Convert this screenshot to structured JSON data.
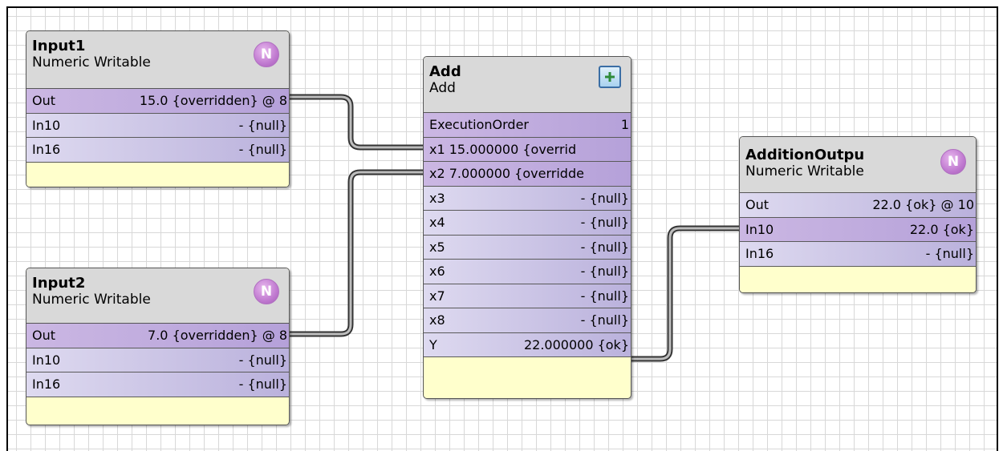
{
  "nodes": {
    "input1": {
      "title": "Input1",
      "subtitle": "Numeric Writable",
      "badge": "N",
      "rows": [
        {
          "label": "Out",
          "value": "15.0 {overridden} @ 8"
        },
        {
          "label": "In10",
          "value": "- {null}"
        },
        {
          "label": "In16",
          "value": "- {null}"
        }
      ]
    },
    "input2": {
      "title": "Input2",
      "subtitle": "Numeric Writable",
      "badge": "N",
      "rows": [
        {
          "label": "Out",
          "value": "7.0 {overridden} @ 8"
        },
        {
          "label": "In10",
          "value": "- {null}"
        },
        {
          "label": "In16",
          "value": "- {null}"
        }
      ]
    },
    "add": {
      "title": "Add",
      "subtitle": "Add",
      "badge": "+",
      "execution_order": {
        "label": "ExecutionOrder",
        "value": "1"
      },
      "rows": [
        {
          "label": "x1",
          "value": "15.000000 {overrid"
        },
        {
          "label": "x2",
          "value": "7.000000 {overridde"
        },
        {
          "label": "x3",
          "value": "- {null}"
        },
        {
          "label": "x4",
          "value": "- {null}"
        },
        {
          "label": "x5",
          "value": "- {null}"
        },
        {
          "label": "x6",
          "value": "- {null}"
        },
        {
          "label": "x7",
          "value": "- {null}"
        },
        {
          "label": "x8",
          "value": "- {null}"
        },
        {
          "label": "Y",
          "value": "22.000000 {ok}"
        }
      ]
    },
    "output": {
      "title": "AdditionOutpu",
      "subtitle": "Numeric Writable",
      "badge": "N",
      "rows": [
        {
          "label": "Out",
          "value": "22.0 {ok} @ 10"
        },
        {
          "label": "In10",
          "value": "22.0 {ok}"
        },
        {
          "label": "In16",
          "value": "- {null}"
        }
      ]
    }
  },
  "links": [
    {
      "from": "Input1.Out",
      "to": "Add.x1"
    },
    {
      "from": "Input2.Out",
      "to": "Add.x2"
    },
    {
      "from": "Add.Y",
      "to": "AdditionOutput.In10"
    }
  ],
  "colors": {
    "header": "#d9d9d9",
    "slot_light": "#dedaf0",
    "slot_dark": "#b5a1d9",
    "footer": "#ffffcc",
    "wire": "#5a5a5a",
    "badge_n": "#c07ad0"
  }
}
